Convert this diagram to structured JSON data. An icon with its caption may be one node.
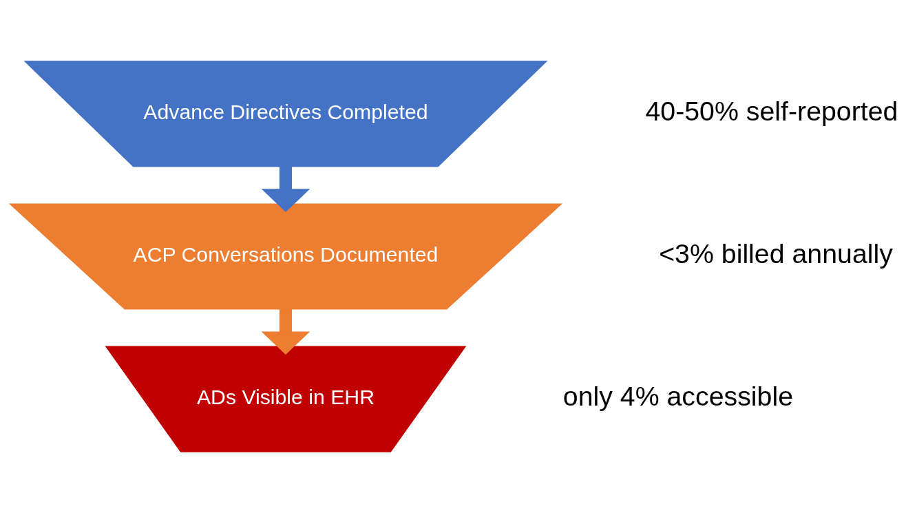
{
  "diagram": {
    "nodes": [
      {
        "text": [
          "Advance Directives Completed"
        ],
        "beside": [
          "40-50% self-reported"
        ]
      },
      {
        "text": [
          "ACP Conversations Documented"
        ],
        "beside": [
          "<3% billed annually"
        ]
      },
      {
        "text": [
          "ADs Visible in EHR"
        ],
        "beside": [
          "only 4% accessible"
        ]
      }
    ],
    "edges": [
      {
        "from": 0,
        "to": 1,
        "arrow": "to",
        "color": "#4472c4"
      },
      {
        "from": 1,
        "to": 2,
        "arrow": "to",
        "color": "#ed7d31"
      }
    ]
  }
}
